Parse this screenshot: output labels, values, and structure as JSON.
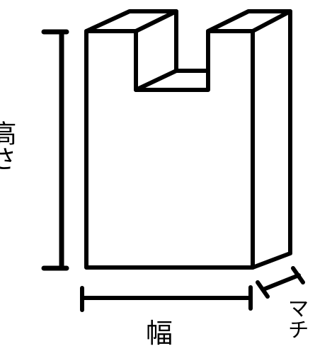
{
  "labels": {
    "height": "高さ",
    "width": "幅",
    "gusset": "マチ"
  },
  "colors": {
    "stroke": "#000000",
    "fill": "#ffffff",
    "text": "#000000"
  }
}
